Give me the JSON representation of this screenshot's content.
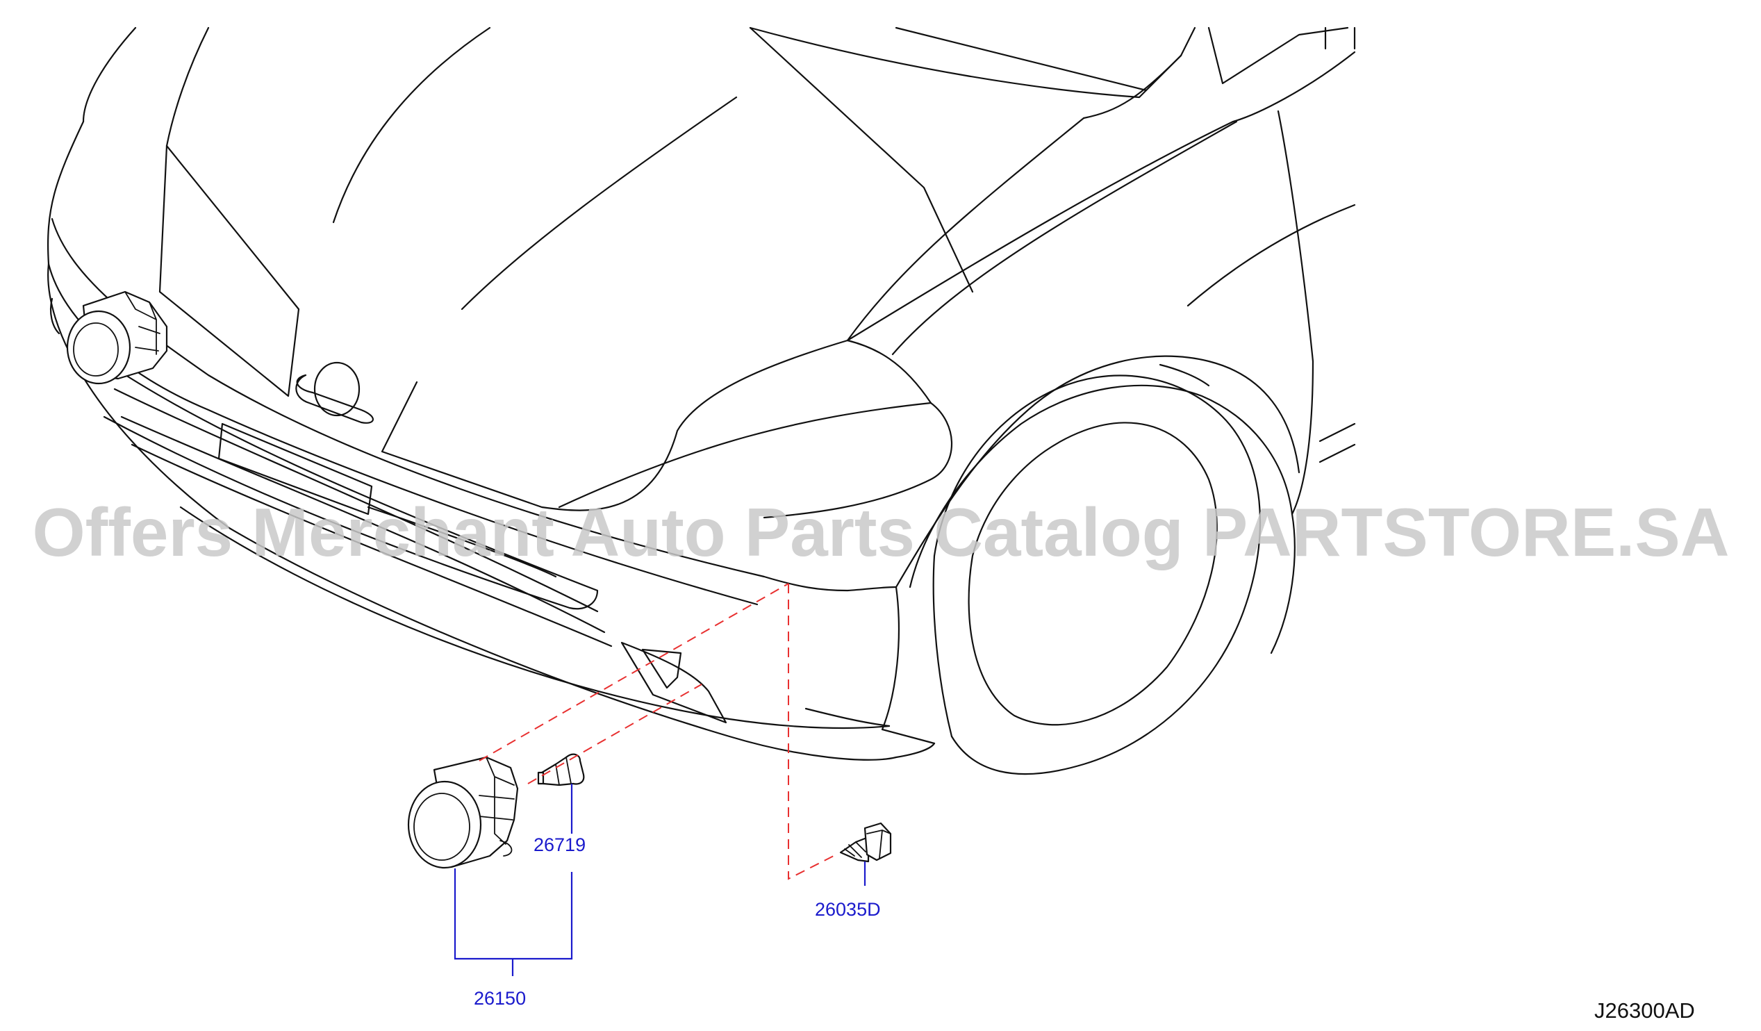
{
  "watermark": "Offers Merchant Auto Parts Catalog PARTSTORE.SA",
  "diagram_code": "J26300AD",
  "parts": [
    {
      "number": "26719",
      "description_icon": "fog-lamp-bulb-icon"
    },
    {
      "number": "26035D",
      "description_icon": "screw-icon"
    },
    {
      "number": "26150",
      "description_icon": "fog-lamp-assembly-icon"
    }
  ],
  "colors": {
    "line_art": "#111111",
    "callout": "#1a1acc",
    "dashed_guide": "#e83030",
    "watermark": "#c9c9c9",
    "background": "#ffffff"
  }
}
